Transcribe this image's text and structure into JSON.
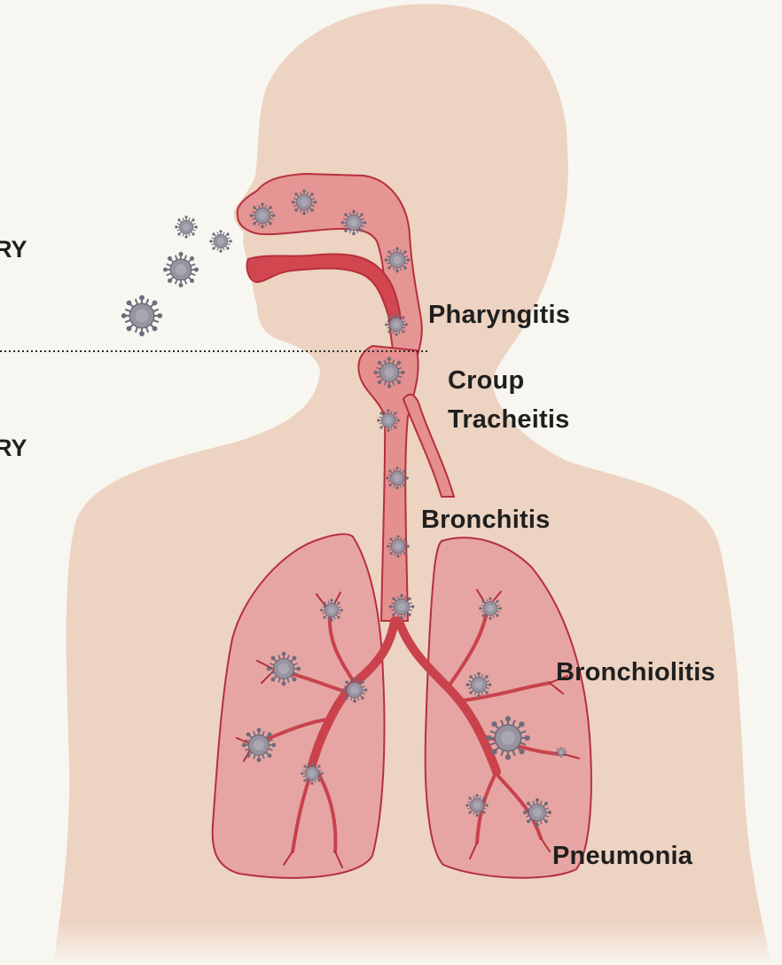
{
  "regions": {
    "upper_fragment": "RY",
    "lower_fragment": "RY"
  },
  "labels": {
    "pharyngitis": "Pharyngitis",
    "croup": "Croup",
    "tracheitis": "Tracheitis",
    "bronchitis": "Bronchitis",
    "bronchiolitis": "Bronchiolitis",
    "pneumonia": "Pneumonia"
  },
  "colors": {
    "background": "#f8f6f1",
    "skin": "#edd3c1",
    "tract_fill": "#e58f8e",
    "lung_fill": "#e6a5a2",
    "outline": "#b5303c",
    "airway": "#c9424c",
    "virus": "#8a8693"
  }
}
